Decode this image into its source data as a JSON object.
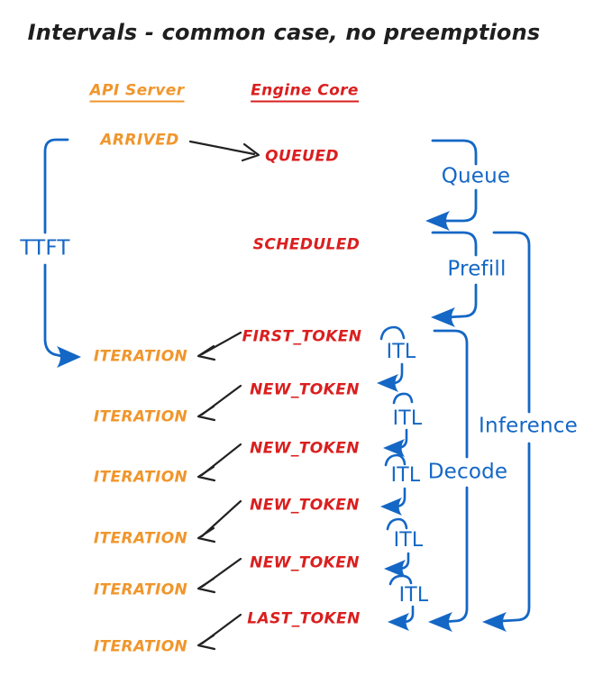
{
  "title": "Intervals - common case, no preemptions",
  "columns": {
    "api_server": "API Server",
    "engine_core": "Engine Core"
  },
  "api_events": {
    "arrived": "ARRIVED",
    "iteration": "ITERATION"
  },
  "engine_events": {
    "queued": "QUEUED",
    "scheduled": "SCHEDULED",
    "first_token": "FIRST_TOKEN",
    "new_token": "NEW_TOKEN",
    "last_token": "LAST_TOKEN"
  },
  "intervals": {
    "ttft": "TTFT",
    "queue": "Queue",
    "prefill": "Prefill",
    "itl": "ITL",
    "decode": "Decode",
    "inference": "Inference"
  },
  "colors": {
    "api_server_orange": "#f0962c",
    "engine_core_red": "#da1f1f",
    "interval_blue": "#1467c5",
    "ink_black": "#222222",
    "background": "#ffffff"
  }
}
